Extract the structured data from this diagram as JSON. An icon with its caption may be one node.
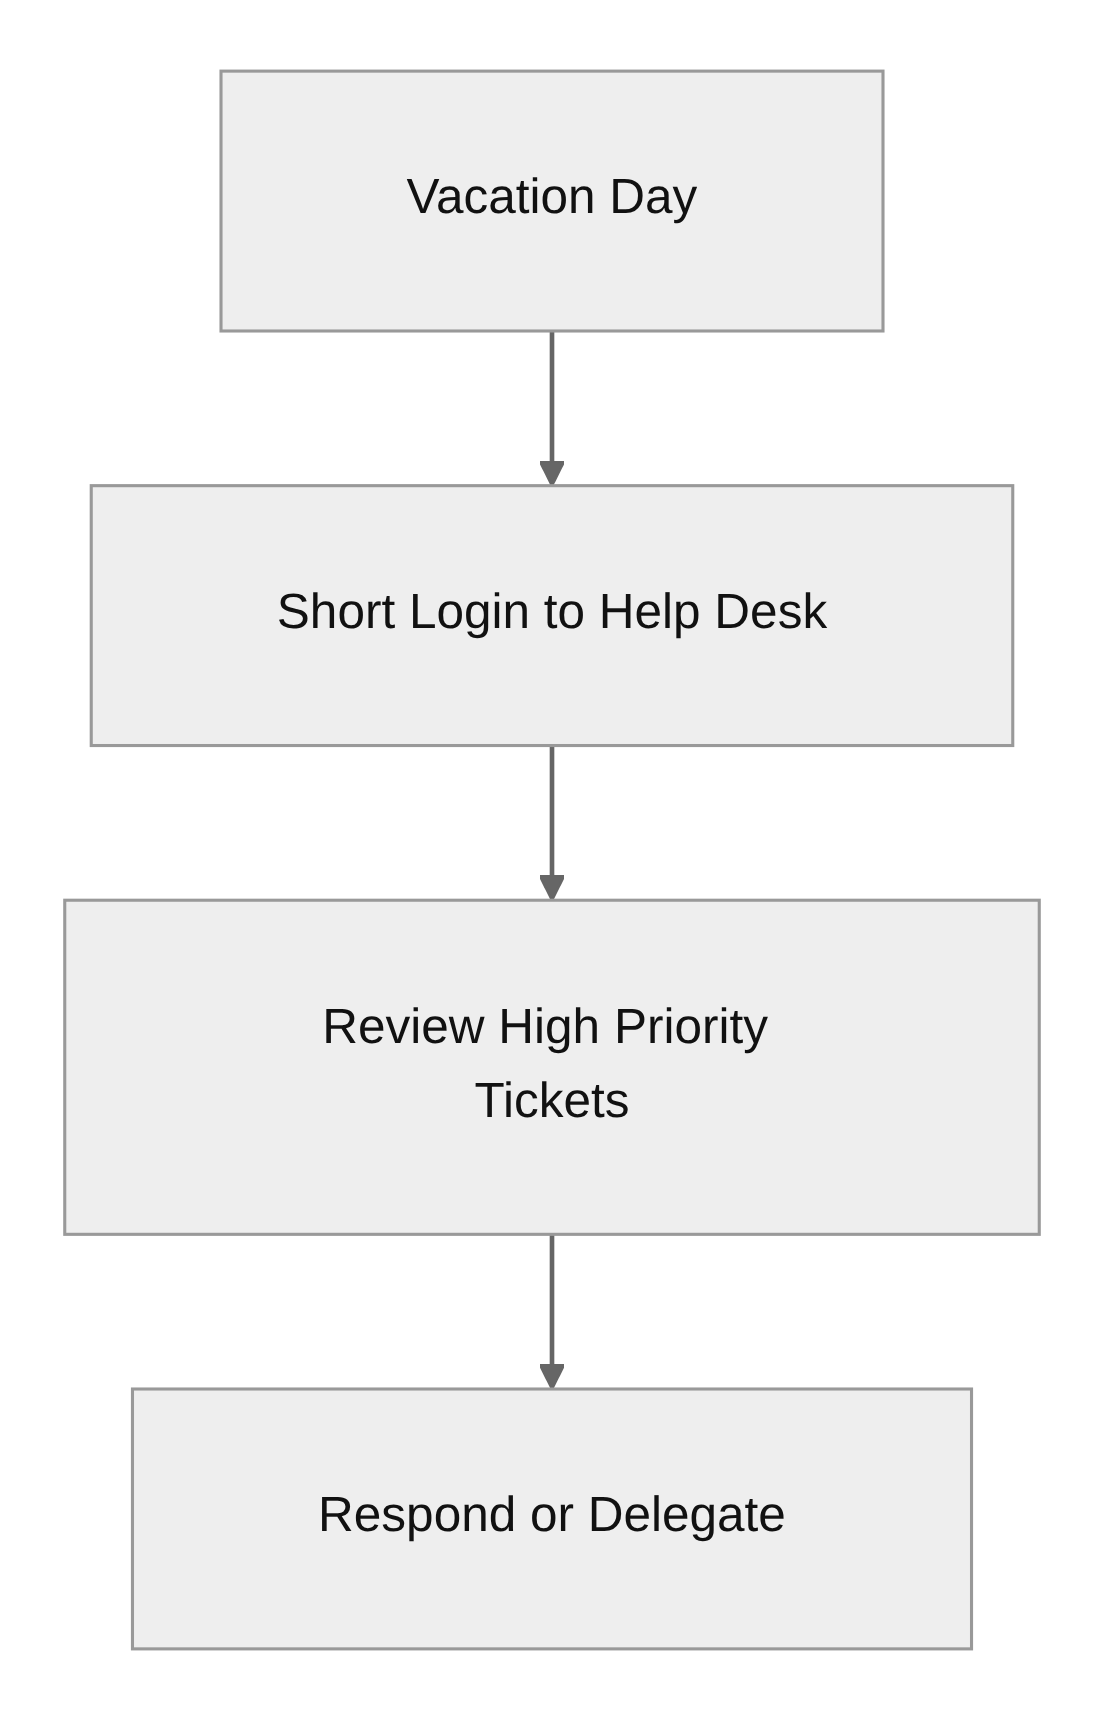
{
  "diagram": {
    "nodes": [
      {
        "text": [
          "Vacation Day"
        ]
      },
      {
        "text": [
          "Short Login to Help Desk"
        ]
      },
      {
        "text": [
          "Review High Priority Tickets"
        ]
      },
      {
        "text": [
          "Respond or Delegate"
        ]
      }
    ],
    "edges": [
      {
        "from": 0,
        "to": 1,
        "arrow": "to"
      },
      {
        "from": 1,
        "to": 2,
        "arrow": "to"
      },
      {
        "from": 2,
        "to": 3,
        "arrow": "to"
      }
    ]
  }
}
